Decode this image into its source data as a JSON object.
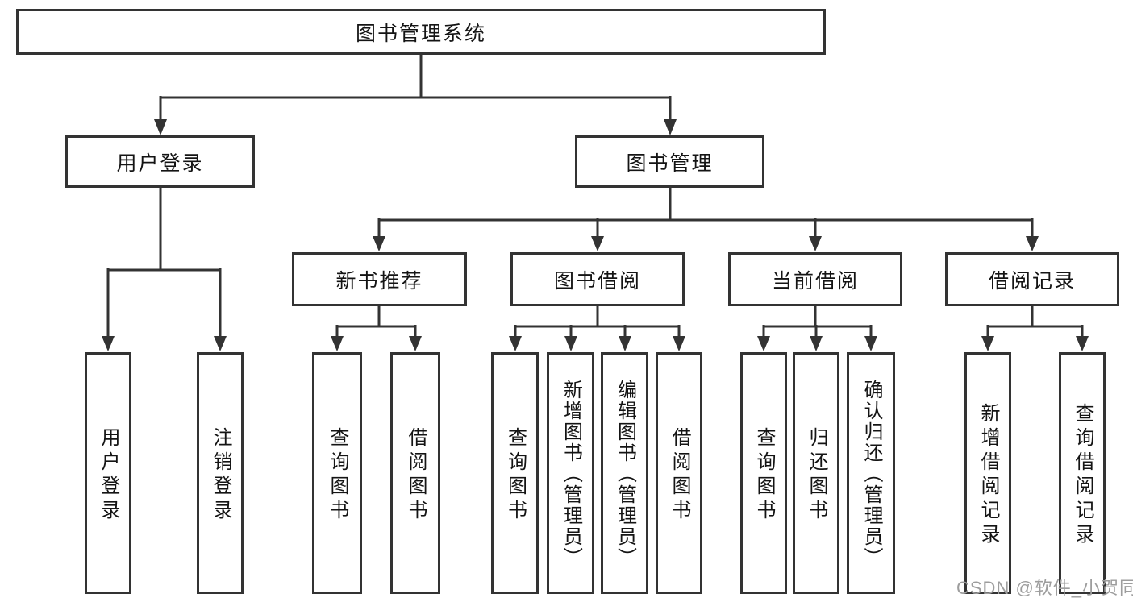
{
  "tree": {
    "root": {
      "label": "图书管理系统"
    },
    "children": [
      {
        "label": "用户登录",
        "children": [
          {
            "label": "用户登录"
          },
          {
            "label": "注销登录"
          }
        ]
      },
      {
        "label": "图书管理",
        "children": [
          {
            "label": "新书推荐",
            "children": [
              {
                "label": "查询图书"
              },
              {
                "label": "借阅图书"
              }
            ]
          },
          {
            "label": "图书借阅",
            "children": [
              {
                "label": "查询图书"
              },
              {
                "label": "新增图书（管理员）"
              },
              {
                "label": "编辑图书（管理员）"
              },
              {
                "label": "借阅图书"
              }
            ]
          },
          {
            "label": "当前借阅",
            "children": [
              {
                "label": "查询图书"
              },
              {
                "label": "归还图书"
              },
              {
                "label": "确认归还（管理员）"
              }
            ]
          },
          {
            "label": "借阅记录",
            "children": [
              {
                "label": "新增借阅记录"
              },
              {
                "label": "查询借阅记录"
              }
            ]
          }
        ]
      }
    ]
  },
  "watermark": {
    "text": "CSDN @软件_小贺同学",
    "color": "#9d9d9d"
  },
  "colors": {
    "line": "#333333",
    "box_border": "#333333",
    "text": "#141414",
    "background": "#ffffff"
  }
}
